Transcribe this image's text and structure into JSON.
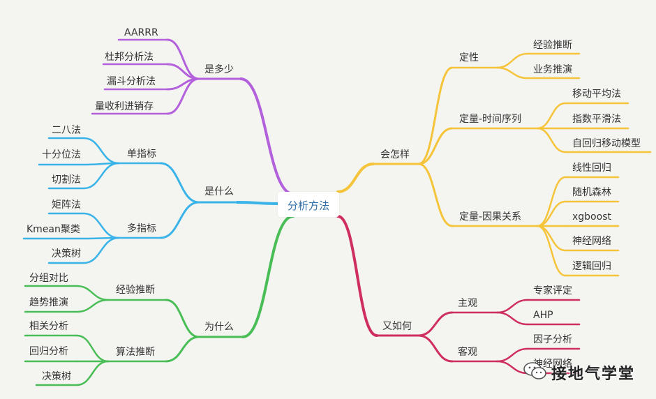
{
  "root": "分析方法",
  "colors": {
    "purple": "#b360dc",
    "blue": "#3ab4e8",
    "green": "#49bd56",
    "yellow": "#f5c43a",
    "crimson": "#cf2f5f"
  },
  "branches": {
    "how_many": {
      "label": "是多少",
      "leaves": [
        "AARRR",
        "杜邦分析法",
        "漏斗分析法",
        "量收利进销存"
      ]
    },
    "what": {
      "label": "是什么",
      "single": {
        "label": "单指标",
        "leaves": [
          "二八法",
          "十分位法",
          "切割法"
        ]
      },
      "multi": {
        "label": "多指标",
        "leaves": [
          "矩阵法",
          "Kmean聚类",
          "决策树"
        ]
      }
    },
    "why": {
      "label": "为什么",
      "experience": {
        "label": "经验推断",
        "leaves": [
          "分组对比",
          "趋势推演"
        ]
      },
      "algorithm": {
        "label": "算法推断",
        "leaves": [
          "相关分析",
          "回归分析",
          "决策树"
        ]
      }
    },
    "how_will": {
      "label": "会怎样",
      "qualitative": {
        "label": "定性",
        "leaves": [
          "经验推断",
          "业务推演"
        ]
      },
      "time_series": {
        "label": "定量-时间序列",
        "leaves": [
          "移动平均法",
          "指数平滑法",
          "自回归移动模型"
        ]
      },
      "causal": {
        "label": "定量-因果关系",
        "leaves": [
          "线性回归",
          "随机森林",
          "xgboost",
          "神经网络",
          "逻辑回归"
        ]
      }
    },
    "then_what": {
      "label": "又如何",
      "subjective": {
        "label": "主观",
        "leaves": [
          "专家评定",
          "AHP"
        ]
      },
      "objective": {
        "label": "客观",
        "leaves": [
          "因子分析",
          "神经网络"
        ]
      }
    }
  },
  "watermark": "接地气学堂"
}
